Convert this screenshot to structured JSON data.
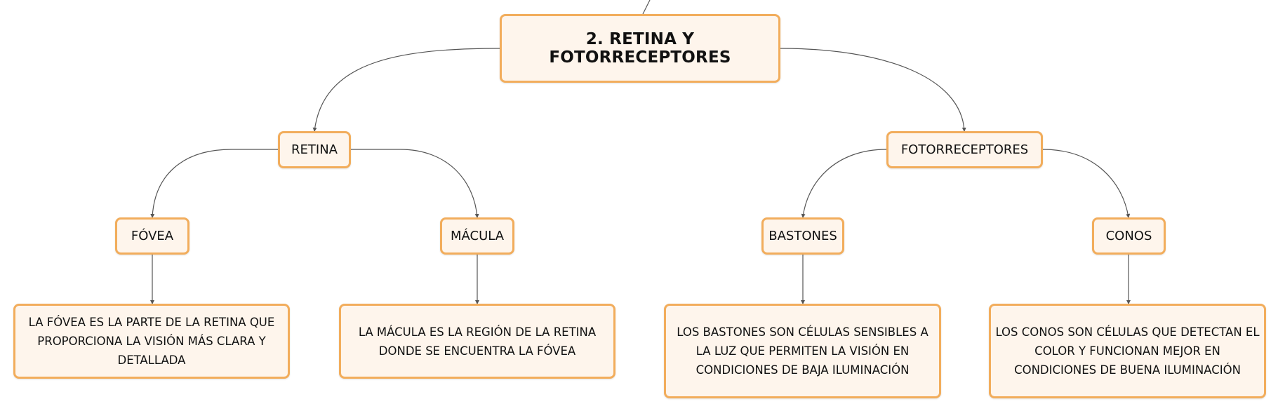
{
  "diagram": {
    "root": {
      "label": "2. RETINA Y FOTORRECEPTORES"
    },
    "branches": {
      "retina": {
        "label": "RETINA",
        "children": {
          "fovea": {
            "label": "FÓVEA",
            "description": "LA FÓVEA ES LA PARTE DE LA RETINA QUE PROPORCIONA LA VISIÓN MÁS CLARA Y DETALLADA"
          },
          "macula": {
            "label": "MÁCULA",
            "description": "LA MÁCULA ES LA REGIÓN DE LA RETINA DONDE SE ENCUENTRA LA FÓVEA"
          }
        }
      },
      "fotorreceptores": {
        "label": "FOTORRECEPTORES",
        "children": {
          "bastones": {
            "label": "BASTONES",
            "description": "LOS BASTONES SON CÉLULAS SENSIBLES A LA LUZ QUE PERMITEN LA VISIÓN EN CONDICIONES DE BAJA ILUMINACIÓN"
          },
          "conos": {
            "label": "CONOS",
            "description": "LOS CONOS SON CÉLULAS QUE DETECTAN EL COLOR Y FUNCIONAN MEJOR EN CONDICIONES DE BUENA ILUMINACIÓN"
          }
        }
      }
    }
  },
  "colors": {
    "node_fill": "#fef5ec",
    "node_border": "#f2ad5c",
    "connector": "#555555",
    "text": "#111111"
  }
}
